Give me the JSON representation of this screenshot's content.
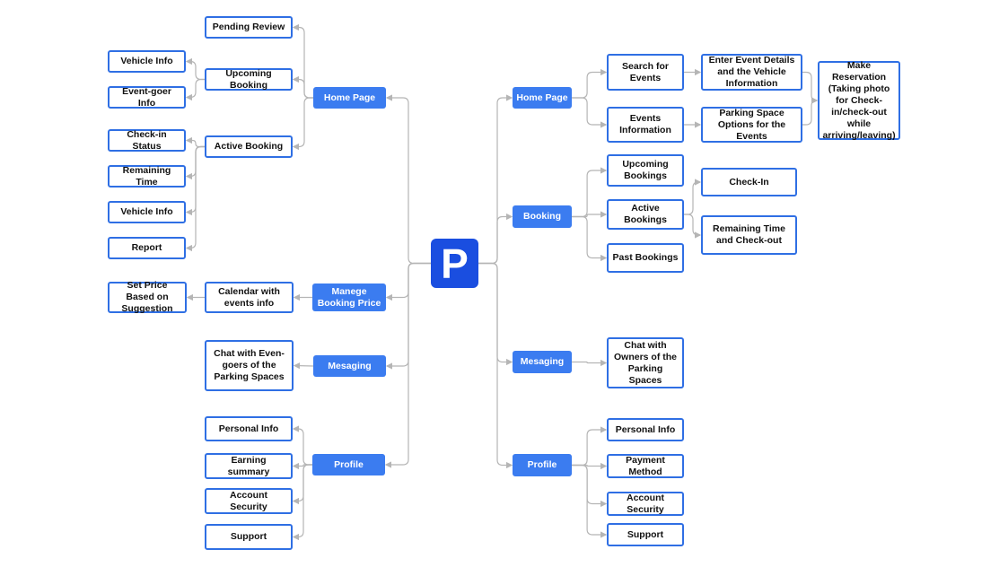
{
  "logo": {
    "letter": "P"
  },
  "left": {
    "home": {
      "label": "Home Page",
      "pending": "Pending Review",
      "upcoming": "Upcoming Booking",
      "vehicle_info": "Vehicle Info",
      "eventgoer_info": "Event-goer Info",
      "active": "Active Booking",
      "checkin_status": "Check-in Status",
      "remaining_time": "Remaining Time",
      "vehicle_info2": "Vehicle Info",
      "report": "Report"
    },
    "price": {
      "label": "Manege Booking Price",
      "calendar": "Calendar with events info",
      "set_price": "Set Price Based on Suggestion"
    },
    "messaging": {
      "label": "Mesaging",
      "chat": "Chat with Even-goers of the Parking Spaces"
    },
    "profile": {
      "label": "Profile",
      "personal": "Personal Info",
      "earning": "Earning summary",
      "security": "Account Security",
      "support": "Support"
    }
  },
  "right": {
    "home": {
      "label": "Home Page",
      "search": "Search for Events",
      "enter_details": "Enter Event Details and the Vehicle Information",
      "make_reservation": "Make Reservation (Taking photo for Check-in/check-out while arriving/leaving)",
      "events_info": "Events Information",
      "parking_options": "Parking Space Options for the Events"
    },
    "booking": {
      "label": "Booking",
      "upcoming": "Upcoming Bookings",
      "active": "Active Bookings",
      "checkin": "Check-In",
      "remaining": "Remaining Time and Check-out",
      "past": "Past Bookings"
    },
    "messaging": {
      "label": "Mesaging",
      "chat": "Chat with Owners of the Parking Spaces"
    },
    "profile": {
      "label": "Profile",
      "personal": "Personal Info",
      "payment": "Payment Method",
      "security": "Account Security",
      "support": "Support"
    }
  },
  "colors": {
    "accent": "#3b7cf0",
    "border": "#2f6fe4",
    "logo": "#1a4ee0",
    "connector": "#b5b5b5"
  }
}
